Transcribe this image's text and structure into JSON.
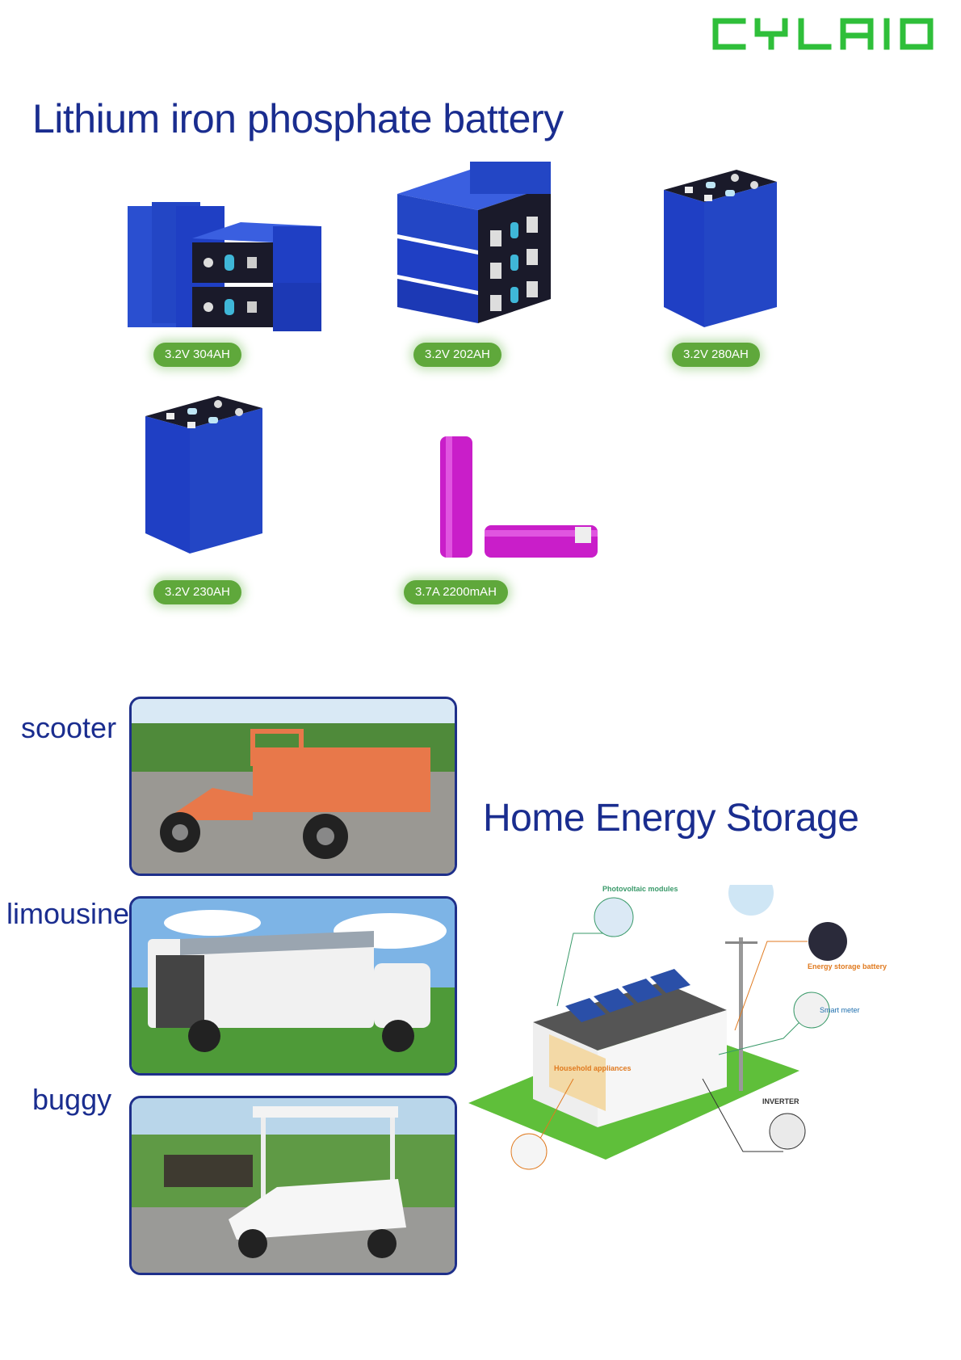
{
  "brand": {
    "name": "CYLAID",
    "color": "#2fbf3a"
  },
  "title": "Lithium iron phosphate battery",
  "products": [
    {
      "label": "3.2V 304AH",
      "icon": "prismatic-battery-stack-icon"
    },
    {
      "label": "3.2V 202AH",
      "icon": "prismatic-battery-stack-icon"
    },
    {
      "label": "3.2V 280AH",
      "icon": "prismatic-battery-icon"
    },
    {
      "label": "3.2V 230AH",
      "icon": "prismatic-battery-icon"
    },
    {
      "label": "3.7A 2200mAH",
      "icon": "cylindrical-cell-icon"
    }
  ],
  "vehicles": [
    {
      "label": "scooter"
    },
    {
      "label": "limousine"
    },
    {
      "label": "buggy"
    }
  ],
  "home_energy": {
    "title": "Home Energy Storage",
    "labels": [
      "Photovoltaic modules",
      "Energy storage battery",
      "Smart meter",
      "Household appliances",
      "INVERTER"
    ]
  },
  "colors": {
    "title_blue": "#1a2d8f",
    "pill_green": "#5fa83b",
    "battery_blue": "#1f3fc4",
    "cell_magenta": "#c91ec9"
  }
}
